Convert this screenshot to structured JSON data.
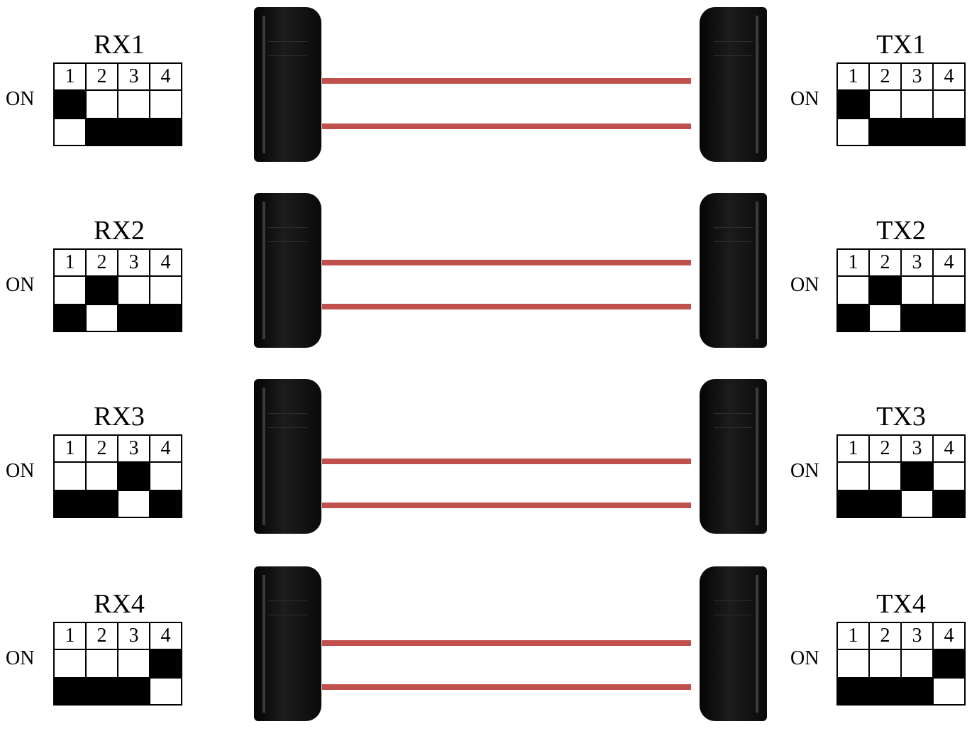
{
  "on_label": "ON",
  "column_numbers": [
    "1",
    "2",
    "3",
    "4"
  ],
  "colors": {
    "beam": "#c0504d",
    "unit": "#111111",
    "switch_set": "#000000"
  },
  "rows": [
    {
      "rx": "RX1",
      "tx": "TX1",
      "on_switch": 1
    },
    {
      "rx": "RX2",
      "tx": "TX2",
      "on_switch": 2
    },
    {
      "rx": "RX3",
      "tx": "TX3",
      "on_switch": 3
    },
    {
      "rx": "RX4",
      "tx": "TX4",
      "on_switch": 4
    }
  ]
}
